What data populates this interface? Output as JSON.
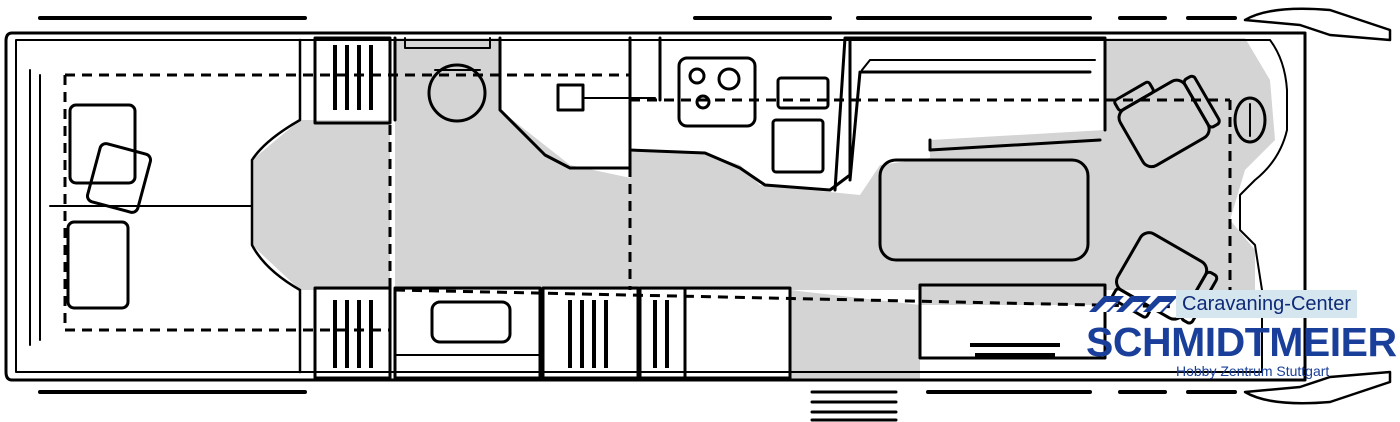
{
  "colors": {
    "line": "#000000",
    "floor": "#d4d4d4",
    "background": "#ffffff",
    "brand_blue": "#1a3f9a",
    "brand_light": "#d6e6ee"
  },
  "watermark": {
    "top_text": "Caravaning-Center",
    "name": "SCHMIDTMEIER",
    "subtitle": "Hobby Zentrum Stuttgart"
  }
}
